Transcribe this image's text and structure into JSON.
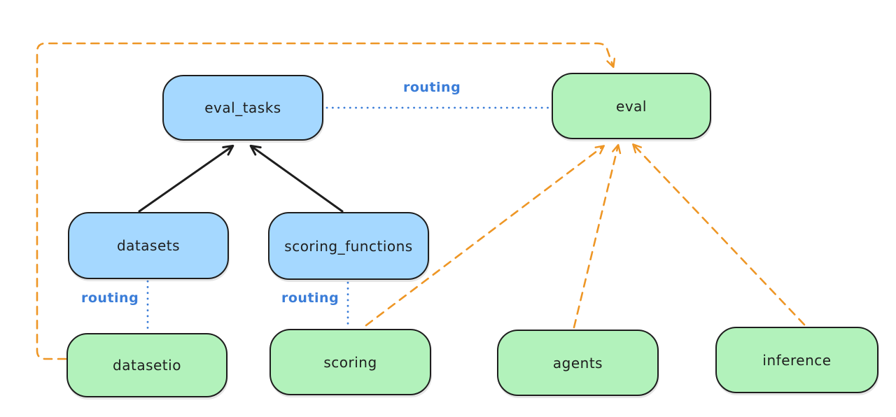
{
  "nodes": {
    "eval_tasks": {
      "label": "eval_tasks",
      "kind": "api"
    },
    "eval": {
      "label": "eval",
      "kind": "provider"
    },
    "datasets": {
      "label": "datasets",
      "kind": "api"
    },
    "scoring_functions": {
      "label": "scoring_functions",
      "kind": "api"
    },
    "datasetio": {
      "label": "datasetio",
      "kind": "provider"
    },
    "scoring": {
      "label": "scoring",
      "kind": "provider"
    },
    "agents": {
      "label": "agents",
      "kind": "provider"
    },
    "inference": {
      "label": "inference",
      "kind": "provider"
    }
  },
  "edge_labels": {
    "eval_tasks_to_eval": "routing",
    "datasets_to_datasetio": "routing",
    "scoring_functions_to_scoring": "routing"
  },
  "colors": {
    "blue_node_fill": "#a5d8ff",
    "green_node_fill": "#b2f2bb",
    "node_border": "#1e1e1e",
    "routing_line_blue": "#3b7dd8",
    "dependency_line_orange": "#ee9625",
    "solid_arrow_black": "#1e1e1e",
    "background": "#ffffff"
  }
}
